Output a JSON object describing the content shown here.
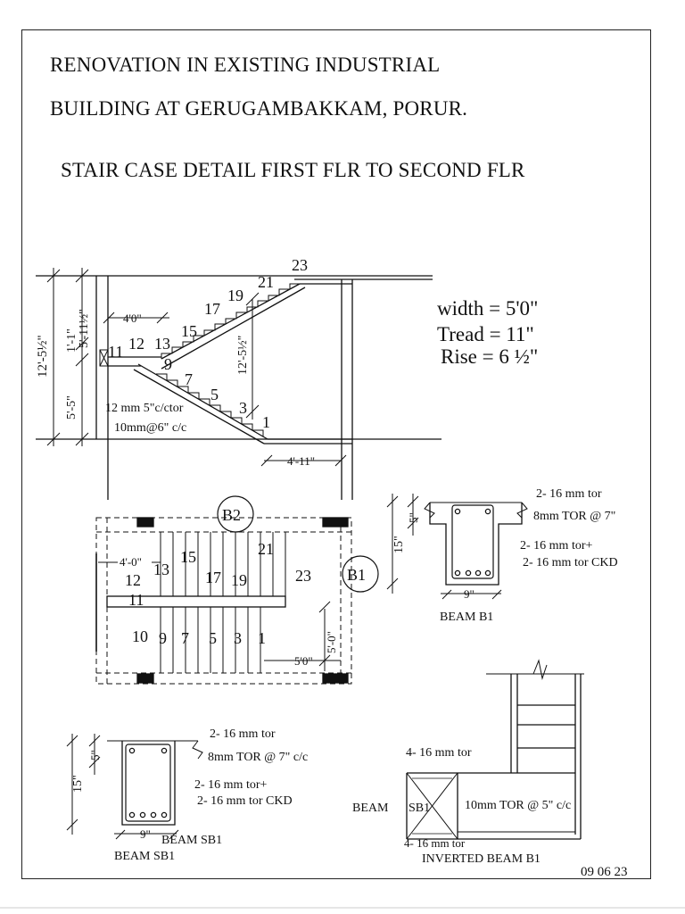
{
  "title_line1": "RENOVATION  IN EXISTING INDUSTRIAL",
  "title_line2": "BUILDING  AT  GERUGAMBAKKAM, PORUR.",
  "title_line3": "STAIR CASE  DETAIL FIRST FLR TO SECOND  FLR",
  "specs": {
    "width": "width  =  5'0\"",
    "tread": "Tread  =  11\"",
    "rise": "Rise  =  6 ½\""
  },
  "section": {
    "dims": {
      "overall": "12'-5½\"",
      "upper": "5'-11½\"",
      "landing": "1'-1\"",
      "lower": "5'-5\"",
      "flight": "12'-5½\"",
      "landing_width": "4'0\"",
      "bottom_run": "4'-11\""
    },
    "rebar_note1": "12 mm 5\"c/ctor",
    "rebar_note2": "10mm@6\" c/c",
    "step_numbers": [
      "1",
      "3",
      "5",
      "7",
      "9",
      "11",
      "12",
      "13",
      "15",
      "17",
      "19",
      "21",
      "23"
    ]
  },
  "plan": {
    "beam_tags": [
      "B2",
      "B1"
    ],
    "upper_numbers": [
      "12",
      "13",
      "15",
      "17",
      "19",
      "21",
      "23"
    ],
    "lower_numbers": [
      "10",
      "9",
      "7",
      "5",
      "3",
      "1"
    ],
    "landing_number": "11",
    "dim_landing": "4'-0\"",
    "dim_width": "5'0\"",
    "dim_run": "5'-0\""
  },
  "beam_b1": {
    "top_bars": "2- 16 mm tor",
    "stirrups": "8mm TOR  @  7\"",
    "bottom1": "2- 16 mm tor+",
    "bottom2": "2- 16  mm tor CKD",
    "depth": "15\"",
    "slab": "5\"",
    "width": "9\"",
    "label": "BEAM  B1"
  },
  "beam_sb1": {
    "top_bars": "2- 16 mm tor",
    "stirrups": "8mm TOR  @  7\" c/c",
    "bottom1": "2- 16 mm tor+",
    "bottom2": "2- 16  mm tor CKD",
    "depth": "15\"",
    "slab": "5\"",
    "width": "9\"",
    "label_inner": "BEAM   SB1",
    "label_outer": "BEAM   SB1"
  },
  "inverted_beam": {
    "top_bars": "4- 16 mm tor",
    "bottom_bars": "4- 16 mm tor",
    "stirrups": "10mm TOR  @  5\" c/c",
    "beam_label": "BEAM",
    "tag": "SB1",
    "label": "INVERTED BEAM  B1"
  },
  "date": "09 06 23"
}
